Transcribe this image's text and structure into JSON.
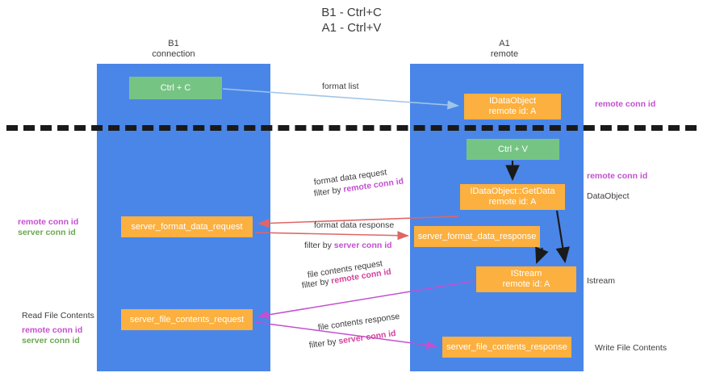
{
  "title": "B1 - Ctrl+C\nA1 - Ctrl+V",
  "columns": {
    "left": "B1\nconnection",
    "right": "A1\nremote"
  },
  "nodes": {
    "ctrl_c": "Ctrl + C",
    "idataobject": "IDataObject\nremote id: A",
    "ctrl_v": "Ctrl + V",
    "getdata": "IDataObject::GetData\nremote id: A",
    "server_format_data_request": "server_format_data_request",
    "server_format_data_response": "server_format_data_response",
    "istream": "IStream\nremote id: A",
    "server_file_contents_request": "server_file_contents_request",
    "server_file_contents_response": "server_file_contents_response"
  },
  "edge_labels": {
    "format_list": "format list",
    "format_data_request": "format data request",
    "format_data_request_filter_prefix": "filter by ",
    "format_data_request_filter_key": "remote conn id",
    "format_data_response": "format data response",
    "format_data_response_filter_prefix": "filter by ",
    "format_data_response_filter_key": "server conn id",
    "file_contents_request": "file contents request",
    "file_contents_request_filter_prefix": "filter by ",
    "file_contents_request_filter_key": "remote conn id",
    "file_contents_response": "file contents response",
    "file_contents_response_filter_prefix": "filter by ",
    "file_contents_response_filter_key": "server conn id"
  },
  "annotations": {
    "right_remote_conn_id_top": "remote conn id",
    "right_remote_conn_id_mid": "remote conn id",
    "dataobject": "DataObject",
    "istream": "Istream",
    "write_file_contents": "Write File Contents",
    "left_remote_conn_id_mid": "remote conn id",
    "left_server_conn_id_mid": "server conn id",
    "read_file_contents": "Read File Contents",
    "left_remote_conn_id_bottom": "remote conn id",
    "left_server_conn_id_bottom": "server conn id"
  },
  "colors": {
    "lane": "#4a86e8",
    "green_node": "#76c484",
    "orange_node": "#fbb03f",
    "purple_text": "#c44fd0",
    "green_text": "#6aa84f",
    "arrow_lightblue": "#9fc5e8",
    "arrow_red": "#e06666",
    "arrow_magenta": "#c44fd0",
    "arrow_black": "#1a1a1a",
    "background": "#ffffff"
  }
}
